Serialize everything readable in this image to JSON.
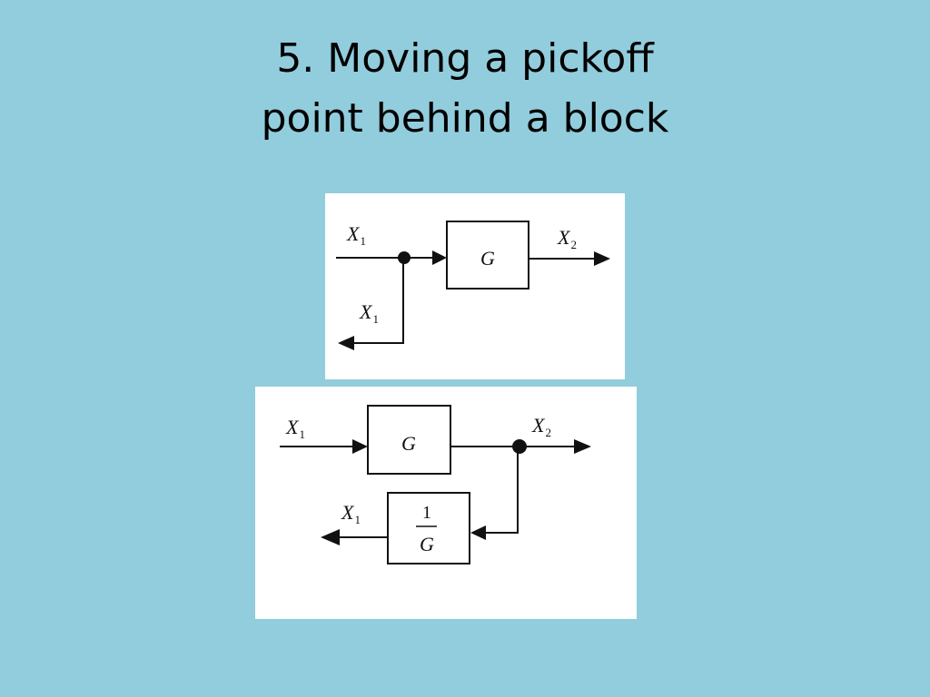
{
  "slide": {
    "title_line1": "5. Moving a pickoff",
    "title_line2": "point behind a block"
  },
  "diagram_before": {
    "input_label": "X",
    "input_sub": "1",
    "block_label": "G",
    "output_label": "X",
    "output_sub": "2",
    "branch_label": "X",
    "branch_sub": "1"
  },
  "diagram_after": {
    "input_label": "X",
    "input_sub": "1",
    "block_label": "G",
    "output_label": "X",
    "output_sub": "2",
    "feedback_num": "1",
    "feedback_den": "G",
    "branch_label": "X",
    "branch_sub": "1"
  }
}
